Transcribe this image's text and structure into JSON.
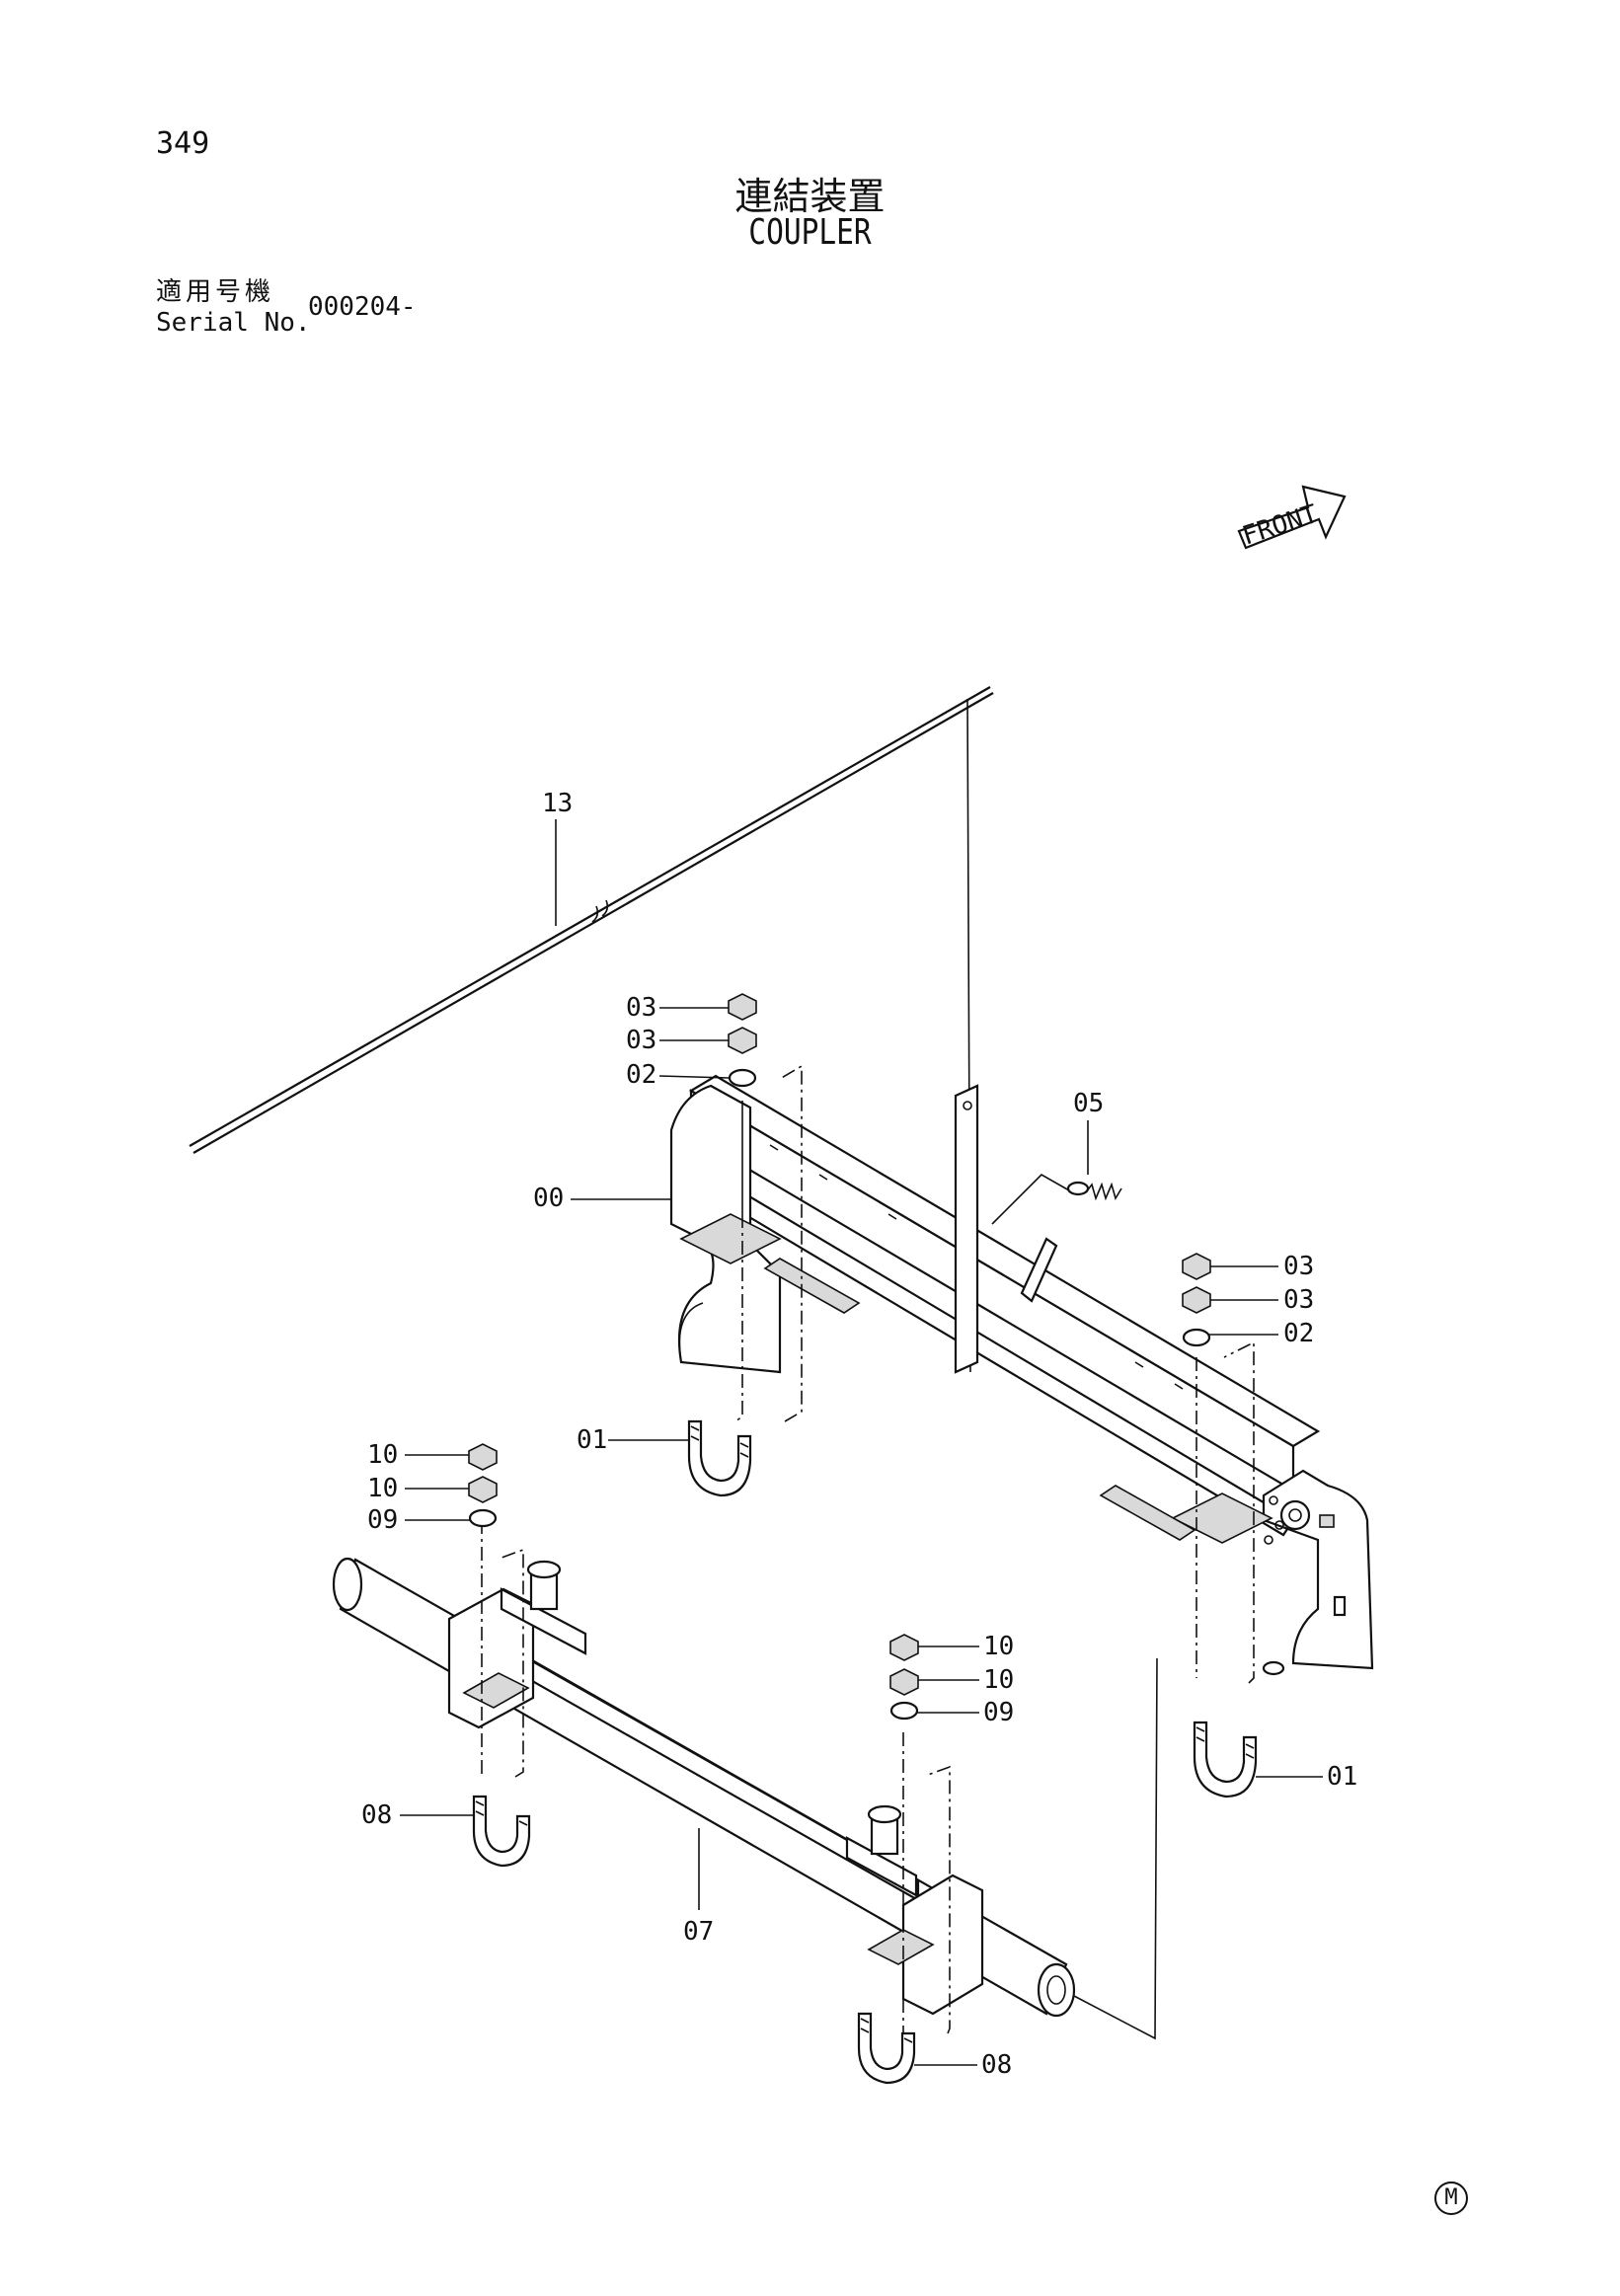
{
  "page_number": "349",
  "title_jp": "連結装置",
  "title_en": "COUPLER",
  "serial": {
    "label_jp": "適用号機",
    "label_en": "Serial No.",
    "value": "000204-"
  },
  "front_label": "FRONT",
  "callouts": {
    "c00": "00",
    "c01a": "01",
    "c01b": "01",
    "c02a": "02",
    "c02b": "02",
    "c03a": "03",
    "c03b": "03",
    "c03c": "03",
    "c03d": "03",
    "c05": "05",
    "c07": "07",
    "c08a": "08",
    "c08b": "08",
    "c09a": "09",
    "c09b": "09",
    "c10a": "10",
    "c10b": "10",
    "c10c": "10",
    "c10d": "10",
    "c13": "13"
  },
  "corner_mark": "M"
}
